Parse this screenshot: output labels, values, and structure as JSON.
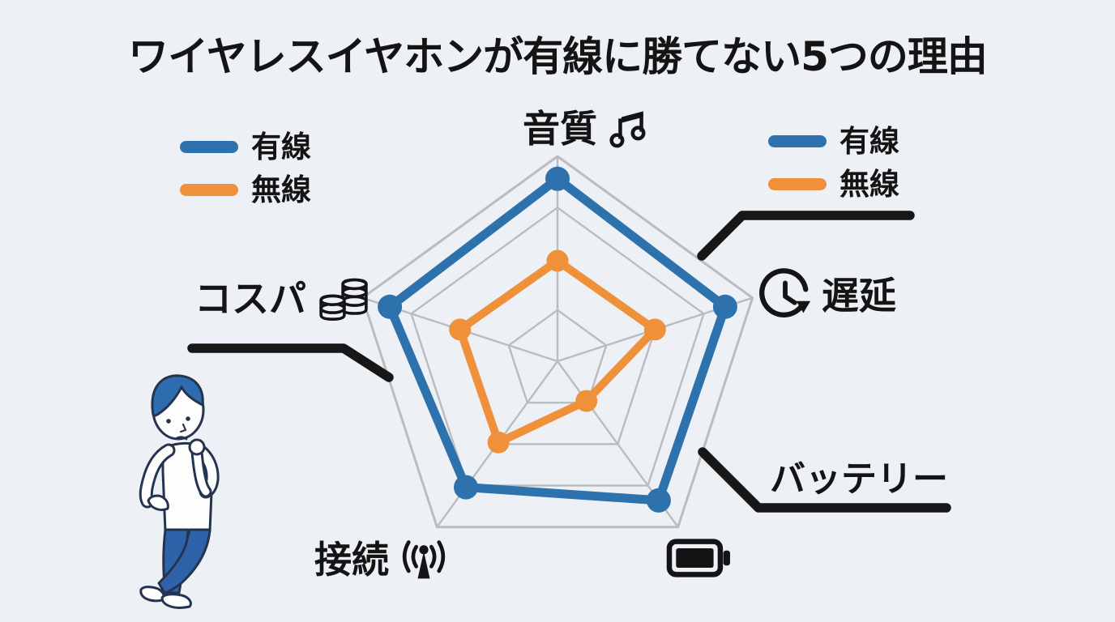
{
  "title": "ワイヤレスイヤホンが有線に勝てない5つの理由",
  "legends": {
    "left": {
      "items": [
        {
          "label": "有線",
          "color": "#2e72ad"
        },
        {
          "label": "無線",
          "color": "#ef913b"
        }
      ]
    },
    "right": {
      "items": [
        {
          "label": "有線",
          "color": "#2e72ad"
        },
        {
          "label": "無線",
          "color": "#ef913b"
        }
      ]
    }
  },
  "axes": [
    {
      "label": "音質",
      "icon": "music-notes-icon"
    },
    {
      "label": "遅延",
      "icon": "clock-arrow-icon"
    },
    {
      "label": "バッテリー",
      "icon": "battery-icon"
    },
    {
      "label": "接続",
      "icon": "signal-antenna-icon"
    },
    {
      "label": "コスパ",
      "icon": "coin-stacks-icon"
    }
  ],
  "chart_data": {
    "type": "radar",
    "categories": [
      "音質",
      "遅延",
      "バッテリー",
      "接続",
      "コスパ"
    ],
    "max": 5,
    "grid_levels": 4,
    "grid_shape": "pentagon",
    "legend_position": "top-left and top-right",
    "series": [
      {
        "name": "有線",
        "color": "#2e72ad",
        "values": [
          4.45,
          4.3,
          4.2,
          3.8,
          4.3
        ]
      },
      {
        "name": "無線",
        "color": "#ef913b",
        "values": [
          2.45,
          2.5,
          1.2,
          2.45,
          2.5
        ]
      }
    ]
  },
  "colors": {
    "background": "#edf1f5",
    "grid": "#b9bcc0",
    "wired": "#2e72ad",
    "wireless": "#ef913b",
    "callout": "#171717",
    "text": "#141414"
  }
}
